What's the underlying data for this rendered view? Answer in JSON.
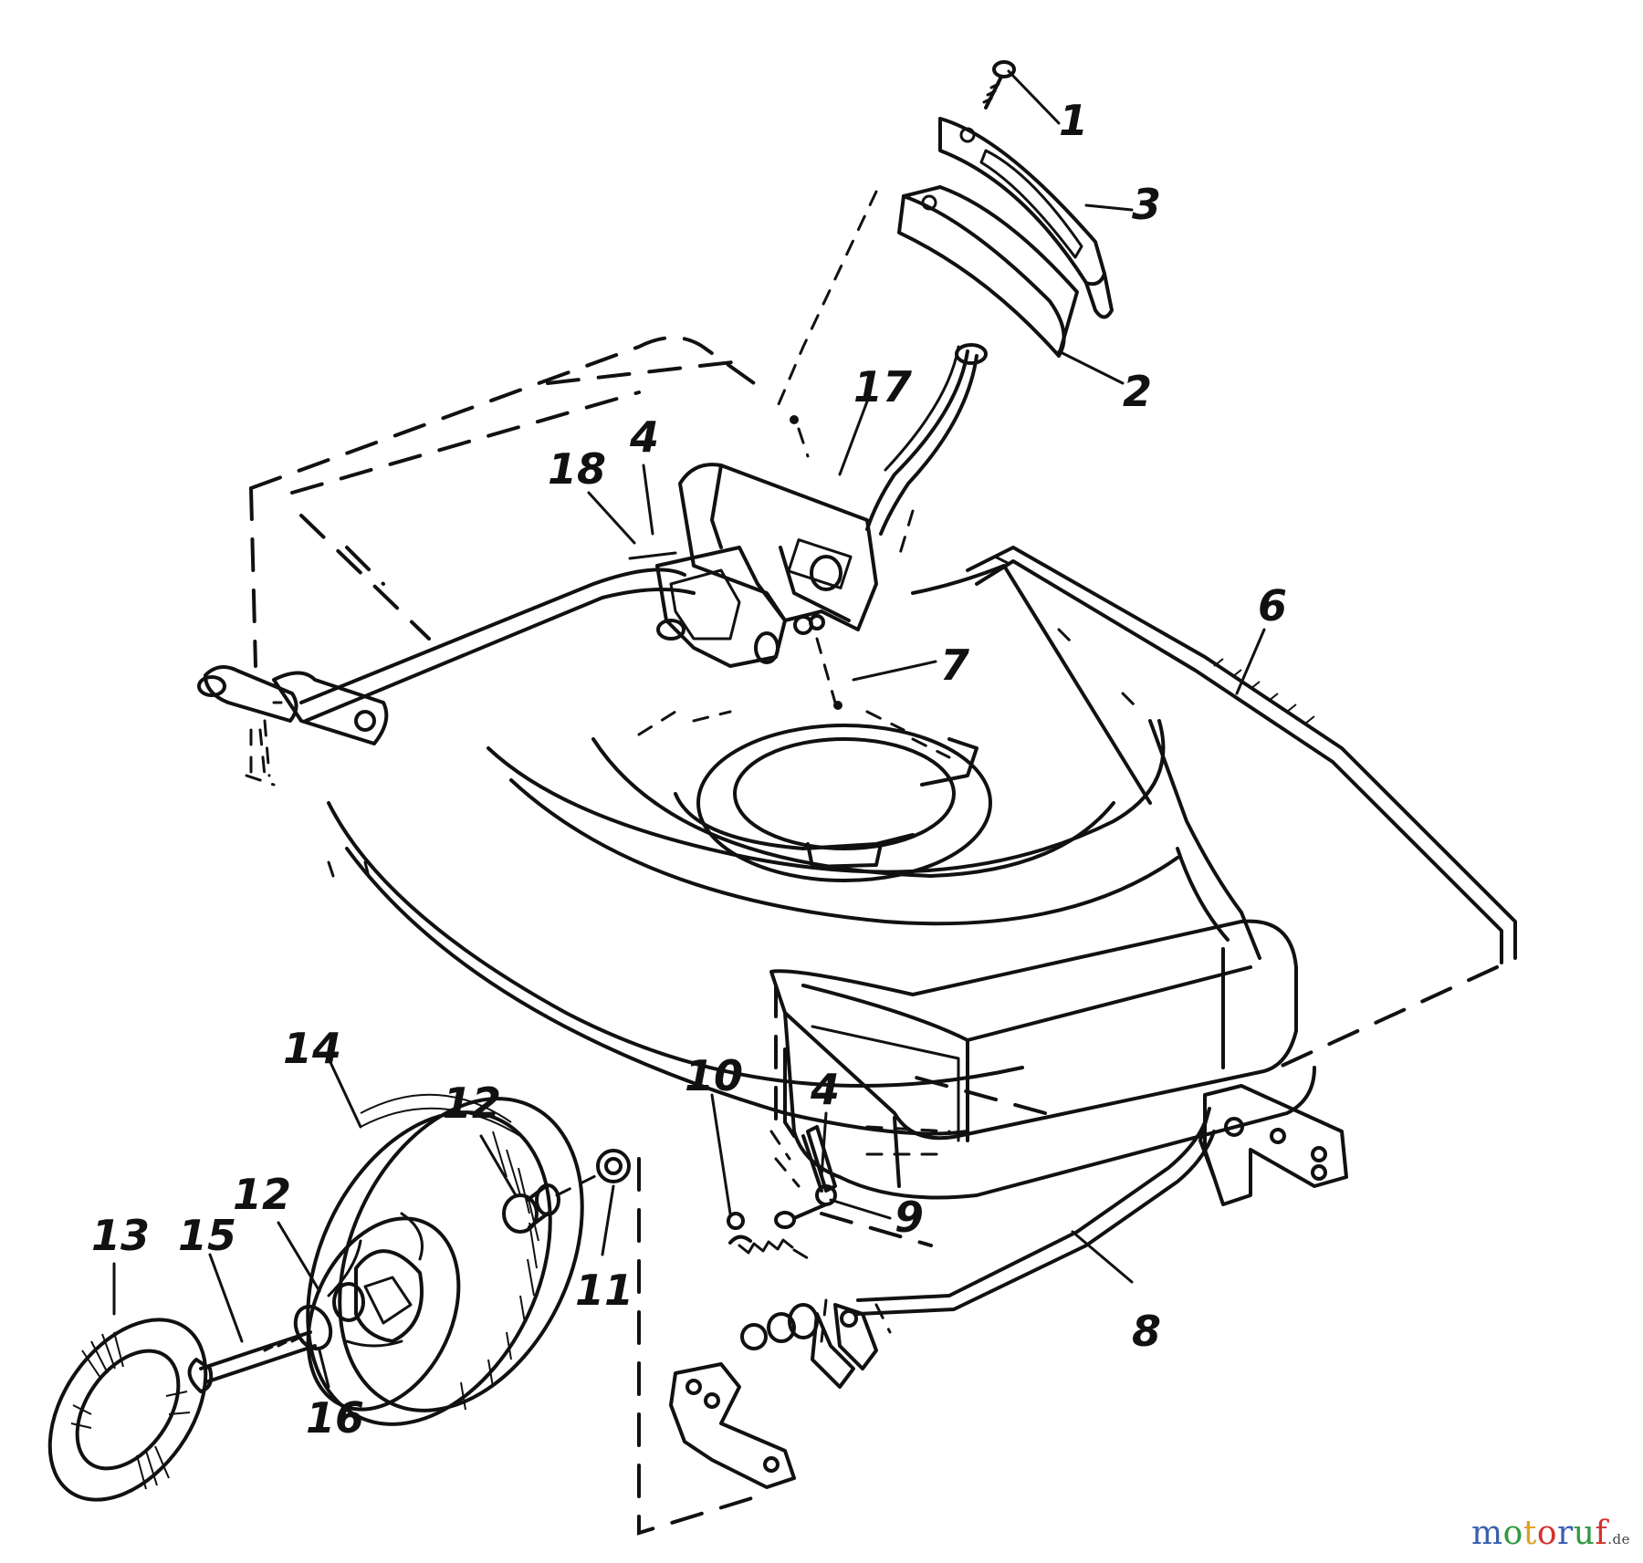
{
  "labels": [
    "1",
    "2",
    "3",
    "4",
    "6",
    "7",
    "8",
    "9",
    "10",
    "11",
    "12",
    "13",
    "14",
    "15",
    "16",
    "17",
    "18"
  ],
  "watermark": {
    "text": "motoruf",
    "tld": ".de",
    "letter_colors": [
      "#3b5fb0",
      "#2f9a3f",
      "#e0a020",
      "#d2322d",
      "#3b5fb0",
      "#2f9a3f",
      "#d2322d"
    ]
  }
}
